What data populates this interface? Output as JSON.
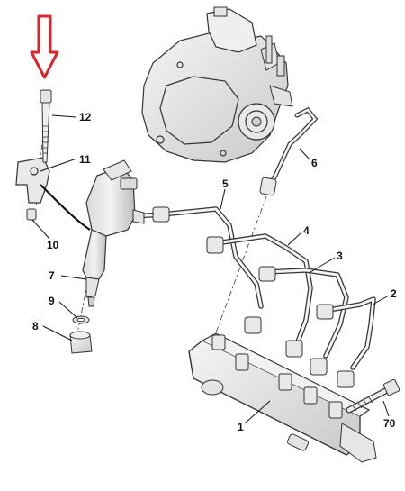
{
  "callouts": {
    "c1": "1",
    "c2": "2",
    "c3": "3",
    "c4": "4",
    "c5": "5",
    "c6": "6",
    "c7": "7",
    "c8": "8",
    "c9": "9",
    "c10": "10",
    "c11": "11",
    "c12": "12",
    "c70": "70"
  },
  "colors": {
    "arrow": "#d9262c",
    "line": "#333333",
    "fill": "#ededed",
    "fill_dark": "#cfcfcf"
  }
}
